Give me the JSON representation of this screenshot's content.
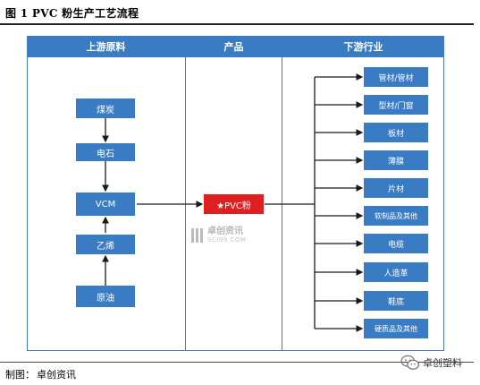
{
  "figure": {
    "title": "图 1 PVC 粉生产工艺流程"
  },
  "columns": {
    "upstream": "上游原料",
    "product": "产品",
    "downstream": "下游行业"
  },
  "upstream": {
    "coal": "煤炭",
    "carbide": "电石",
    "vcm": "VCM",
    "ethylene": "乙烯",
    "crude_oil": "原油"
  },
  "product": {
    "label": "★PVC粉"
  },
  "downstream": [
    "管材/管材",
    "型材/门窗",
    "板材",
    "薄膜",
    "片材",
    "软制品及其他",
    "电缆",
    "人造革",
    "鞋底",
    "硬质品及其他"
  ],
  "watermark": {
    "name": "卓创资讯",
    "site": "SCI99.COM"
  },
  "source": {
    "label": "制图：",
    "value": "卓创资讯"
  },
  "wechat": {
    "name": "卓创塑料"
  },
  "colors": {
    "box": "#3a7cc3",
    "product_box": "#e02020",
    "arrow": "#1a1a1a"
  }
}
